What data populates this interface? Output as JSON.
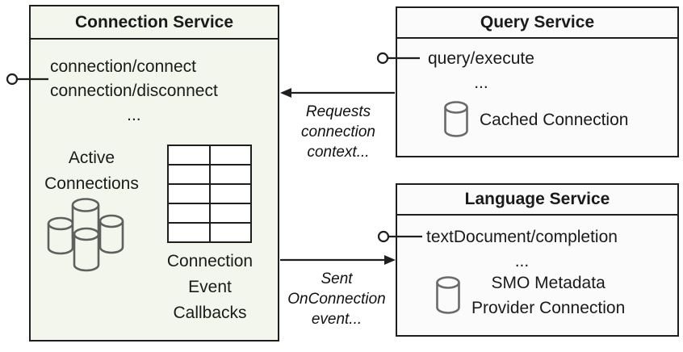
{
  "diagram": {
    "colors": {
      "page_bg": "#ffffff",
      "connection_box_bg": "#f3f6ec",
      "service_box_bg": "#fbfbfc",
      "border": "#1f1f1f",
      "cylinder_stroke": "#6a6a6a"
    },
    "connection_service": {
      "title": "Connection Service",
      "methods": [
        "connection/connect",
        "connection/disconnect",
        "..."
      ],
      "active_connections_label": "Active\nConnections",
      "callbacks_label": "Connection\nEvent\nCallbacks",
      "callback_table": {
        "rows": 5,
        "cols": 2
      }
    },
    "query_service": {
      "title": "Query Service",
      "methods": [
        "query/execute",
        "..."
      ],
      "cached_connection_label": "Cached Connection"
    },
    "language_service": {
      "title": "Language Service",
      "methods": [
        "textDocument/completion",
        "..."
      ],
      "smo_label": "SMO Metadata\nProvider Connection"
    },
    "arrows": {
      "requests_label": "Requests\nconnection\ncontext...",
      "sent_label": "Sent\nOnConnection\nevent..."
    }
  }
}
